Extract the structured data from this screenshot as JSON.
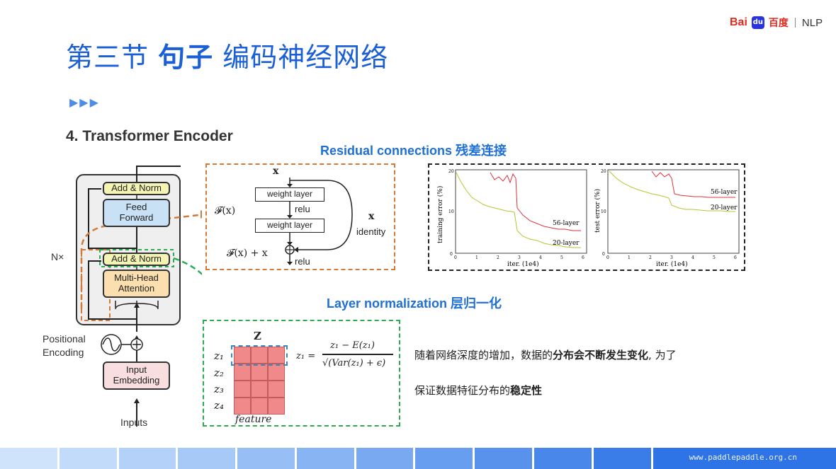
{
  "logo": {
    "brand": "Bai",
    "du": "du",
    "cn": "百度",
    "product": "NLP"
  },
  "title": {
    "prefix": "第三节",
    "bold": "句子",
    "suffix": "编码神经网络"
  },
  "arrows": "▶▶▶",
  "subtitle": "4.  Transformer Encoder",
  "residual": {
    "heading": "Residual connections 残差连接",
    "x": "x",
    "weight_layer_1": "weight layer",
    "relu_mid": "relu",
    "weight_layer_2": "weight layer",
    "fx": "𝓕(x)",
    "fx_plus_x": "𝓕(x) + x",
    "relu_out": "relu",
    "identity_x": "x",
    "identity": "identity"
  },
  "plots": {
    "left": {
      "ylabel": "training error (%)",
      "xlabel": "iter. (1e4)",
      "label_deep": "56-layer",
      "label_shallow": "20-layer",
      "yticks": [
        "20",
        "10",
        "0"
      ],
      "xticks": [
        "0",
        "1",
        "2",
        "3",
        "4",
        "5",
        "6"
      ]
    },
    "right": {
      "ylabel": "test error (%)",
      "xlabel": "iter. (1e4)",
      "label_deep": "56-layer",
      "label_shallow": "20-layer",
      "yticks": [
        "20",
        "10",
        "0"
      ],
      "xticks": [
        "0",
        "1",
        "2",
        "3",
        "4",
        "5",
        "6"
      ]
    },
    "colors": {
      "deep": "#e0303a",
      "shallow": "#b5c732"
    }
  },
  "transformer": {
    "add_norm_top": "Add & Norm",
    "feed_forward": "Feed\nForward",
    "add_norm_bottom": "Add & Norm",
    "multi_head": "Multi-Head\nAttention",
    "nx": "N×",
    "positional_encoding": "Positional\nEncoding",
    "input_embedding": "Input\nEmbedding",
    "inputs": "Inputs"
  },
  "layernorm": {
    "heading": "Layer normalization 层归一化",
    "z_matrix": "Z",
    "rows": [
      "z₁",
      "z₂",
      "z₃",
      "z₄"
    ],
    "feature": "feature",
    "formula_lhs": "z₁ =",
    "formula_num": "z₁ − E(z₁)",
    "formula_den": "√(Var(z₁) + ϵ)"
  },
  "description": {
    "line1_pre": "随着网络深度的增加，数据的",
    "line1_bold": "分布会不断发生变化",
    "line1_post": ", 为了",
    "line2_pre": "保证数据特征分布的",
    "line2_bold": "稳定性"
  },
  "footer": {
    "url": "www.paddlepaddle.org.cn"
  },
  "colors": {
    "title_blue": "#1a5fd6",
    "heading_blue": "#1e6fd6",
    "orange_dash": "#d27a3a",
    "green_dash": "#2eaa55"
  }
}
